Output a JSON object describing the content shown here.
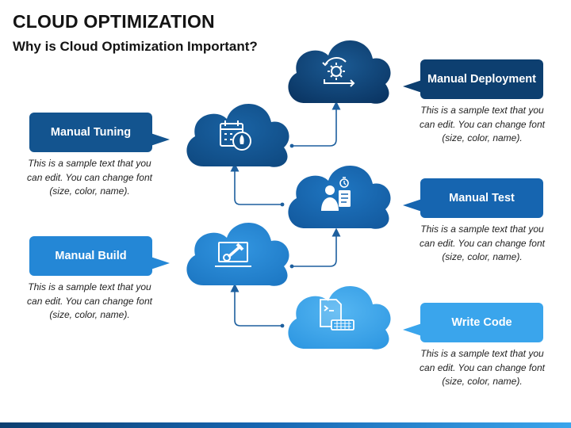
{
  "title": "CLOUD OPTIMIZATION",
  "subtitle": "Why is Cloud Optimization Important?",
  "steps": [
    {
      "label": "Manual Deployment",
      "description": "This is a sample text that you\ncan edit. You can change font\n(size, color, name).",
      "icon": "gear-cycle-icon",
      "color": "#0d3f70"
    },
    {
      "label": "Manual Tuning",
      "description": "This is a sample text that you\ncan edit. You can change font\n(size, color, name).",
      "icon": "calendar-rocket-icon",
      "color": "#13548f"
    },
    {
      "label": "Manual Test",
      "description": "This is a sample text that you\ncan edit. You can change font\n(size, color, name).",
      "icon": "tester-clipboard-icon",
      "color": "#1665b0"
    },
    {
      "label": "Manual Build",
      "description": "This is a sample text that you\ncan edit. You can change font\n(size, color, name).",
      "icon": "laptop-tools-icon",
      "color": "#2487d6"
    },
    {
      "label": "Write Code",
      "description": "This is a sample text that you\ncan edit. You can change font\n(size, color, name).",
      "icon": "code-keyboard-icon",
      "color": "#3aa5ec"
    }
  ],
  "colors": {
    "arrow": "#1d5f9e",
    "bar_dark": "#0d3f70",
    "bar_light": "#3aa5ec"
  }
}
